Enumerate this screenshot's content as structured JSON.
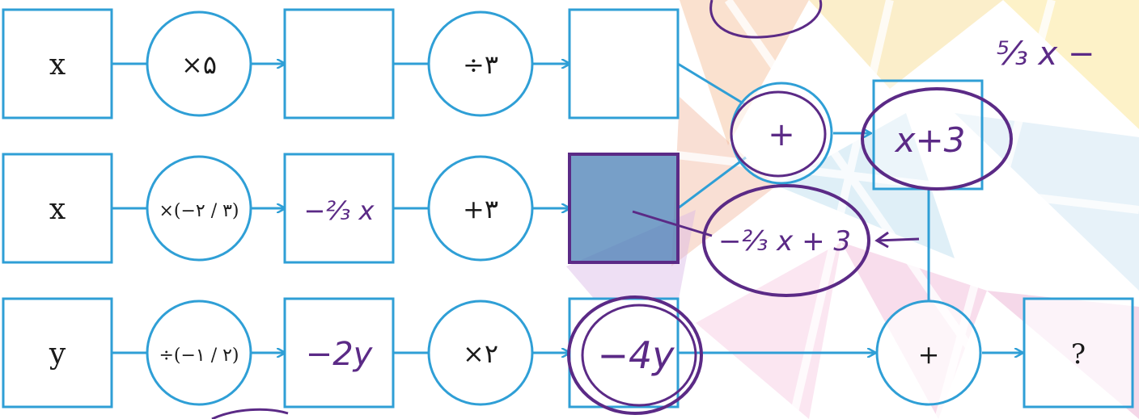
{
  "colors": {
    "stroke": "#2f9fd6",
    "ink": "#5b2a86",
    "text": "#1a1a1a",
    "shade": "#4a7fb5"
  },
  "rows": [
    {
      "input": "x",
      "op1": "×۵",
      "mid": "",
      "op2": "÷۳",
      "out": ""
    },
    {
      "input": "x",
      "op1": "×(−۲ / ۳)",
      "mid": "−²⁄₃ x",
      "op2": "+۳",
      "out": ""
    },
    {
      "input": "y",
      "op1": "÷(−۱ / ۲)",
      "mid": "−2y",
      "op2": "×۲",
      "out": "−4y"
    }
  ],
  "combine": {
    "top_op": "+",
    "top_result": "x+3",
    "bottom_op": "+",
    "final": "?"
  },
  "annotations": {
    "middle_expr": "−²⁄₃ x + 3",
    "corner_expr": "⁵⁄₃ x −"
  }
}
